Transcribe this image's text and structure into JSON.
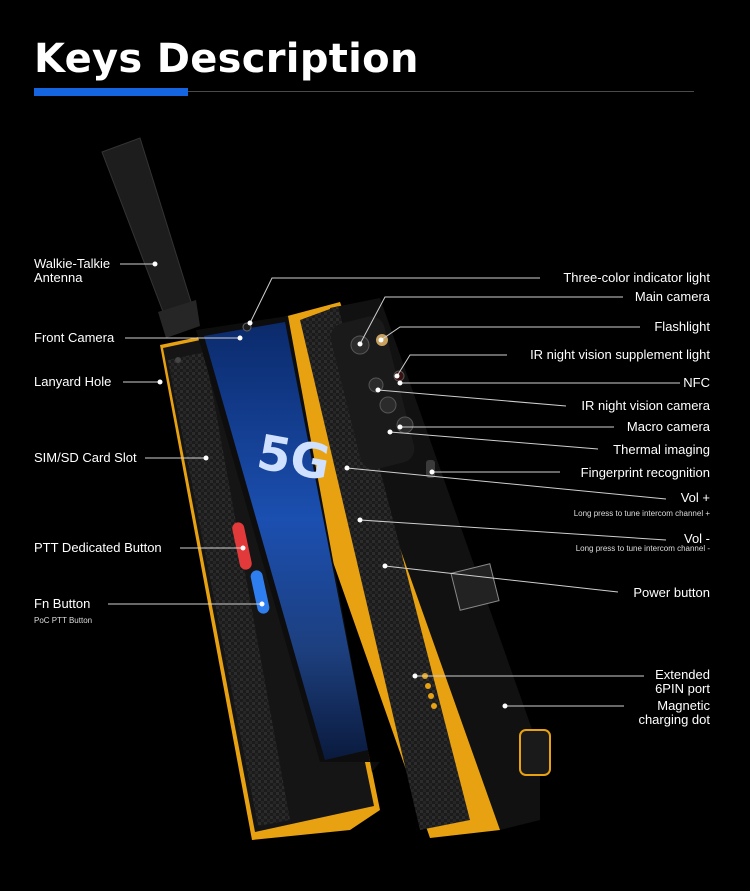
{
  "title": "Keys Description",
  "brand_color": "#1565e0",
  "screen_badge": "5G",
  "left_labels": {
    "antenna": "Walkie-Talkie\nAntenna",
    "front_camera": "Front Camera",
    "lanyard": "Lanyard Hole",
    "sim": "SIM/SD Card Slot",
    "ptt": "PTT Dedicated Button",
    "fn": "Fn Button",
    "fn_sub": "PoC PTT Button"
  },
  "right_labels": {
    "indicator": "Three-color indicator light",
    "main_camera": "Main camera",
    "flashlight": "Flashlight",
    "ir_light": "IR night vision supplement light",
    "nfc": "NFC",
    "ir_camera": "IR night vision camera",
    "macro": "Macro camera",
    "thermal": "Thermal imaging",
    "fingerprint": "Fingerprint recognition",
    "vol_up": "Vol +",
    "vol_up_sub": "Long press to tune intercom channel +",
    "vol_down": "Vol -",
    "vol_down_sub": "Long press to tune intercom channel -",
    "power": "Power button",
    "sixpin": "Extended\n6PIN port",
    "magnetic": "Magnetic\ncharging dot"
  }
}
